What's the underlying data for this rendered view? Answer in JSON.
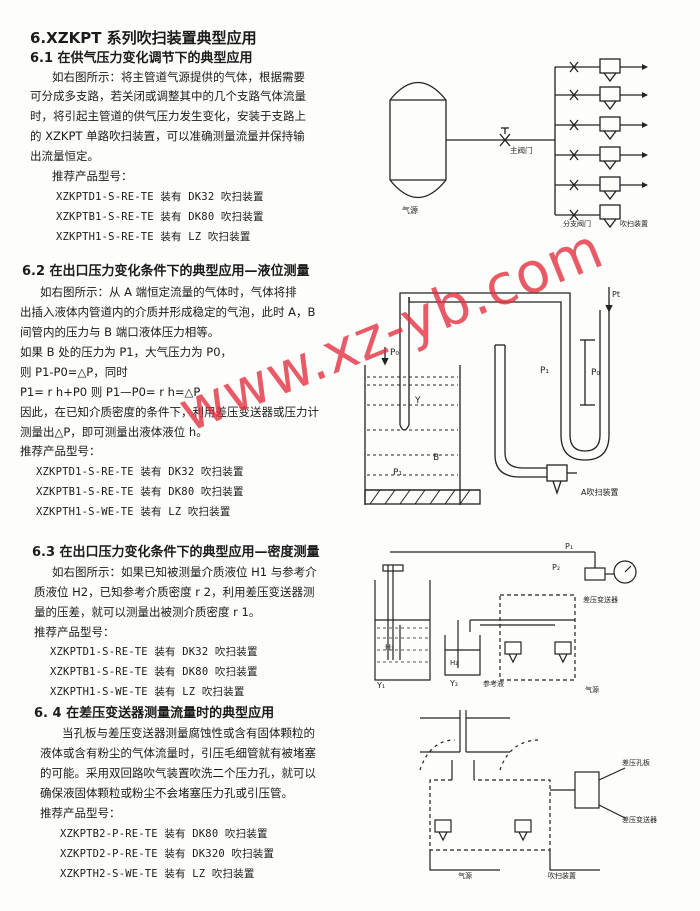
{
  "title": "6.XZKPT  系列吹扫装置典型应用",
  "s1": {
    "heading": "6.1 在供气压力变化调节下的典型应用",
    "lines": [
      "如右图所示：将主管道气源提供的气体，根据需要",
      "可分成多支路，若关闭或调整其中的几个支路气体流量",
      "时，将引起主管道的供气压力发生变化，安装于支路上",
      "的   XZKPT 单路吹扫装置，可以准确测量流量并保持输",
      "出流量恒定。"
    ],
    "rec": "推荐产品型号：",
    "models": [
      "XZKPTD1-S-RE-TE   装有 DK32 吹扫装置",
      "XZKPTB1-S-RE-TE   装有 DK80 吹扫装置",
      "XZKPTH1-S-RE-TE   装有 LZ 吹扫装置"
    ],
    "diagram": {
      "tank_label": "气源",
      "main_valve": "主阀门",
      "branch_valve": "分支阀门",
      "purge_device": "吹扫装置"
    }
  },
  "s2": {
    "heading": "6.2 在出口压力变化条件下的典型应用—液位测量",
    "lines": [
      "如右图所示：从 A 端恒定流量的气体时，气体将排",
      "出插入液体内管道内的介质并形成稳定的气泡，此时 A，B",
      "间管内的压力与 B 端口液体压力相等。",
      "如果 B 处的压力为 P1，大气压力为 P0，",
      "则 P1-P0=△P，同时",
      "P1= r h+P0  则     P1—P0= r h=△P",
      "因此，在已知介质密度的条件下，利用差压变送器或压力计",
      "测量出△P，即可测量出液体液位 h。"
    ],
    "rec": "推荐产品型号：",
    "models": [
      "XZKPTD1-S-RE-TE   装有 DK32 吹扫装置",
      "XZKPTB1-S-RE-TE   装有 DK80 吹扫装置",
      "XZKPTH1-S-WE-TE   装有 LZ 吹扫装置"
    ],
    "diagram": {
      "p0_left": "P₀",
      "p0_right": "P₀",
      "p1_tank": "P₁",
      "p1_utube": "P₁",
      "pt": "Pt",
      "y": "Y",
      "b": "B",
      "a_label": "A吹扫装置"
    }
  },
  "s3": {
    "heading": "6.3 在出口压力变化条件下的典型应用—密度测量",
    "lines": [
      "如右图所示：如果已知被测量介质液位 H1 与参考介",
      "质液位  H2，已知参考介质密度 r 2，利用差压变送器测",
      "量的压差，就可以测量出被测介质密度 r 1。"
    ],
    "rec": "推荐产品型号：",
    "models": [
      "XZKPTD1-S-RE-TE   装有 DK32 吹扫装置",
      "XZKPTB1-S-RE-TE   装有 DK80 吹扫装置",
      "XZKPTH1-S-WE-TE   装有 LZ 吹扫装置"
    ],
    "diagram": {
      "p1": "P₁",
      "p2": "P₂",
      "h1": "H₁",
      "h2": "H₂",
      "y1": "Y₁",
      "y2": "Y₂",
      "ref": "参考液",
      "transmitter": "差压变送器",
      "source": "气源"
    }
  },
  "s4": {
    "heading": "6.  4  在差压变送器测量流量时的典型应用",
    "lines": [
      "当孔板与差压变送器测量腐蚀性或含有固体颗粒的",
      "液体或含有粉尘的气体流量时，引压毛细管就有被堵塞",
      "的可能。采用双回路吹气装置吹洗二个压力孔，就可以",
      "确保液固体颗粒或粉尘不会堵塞压力孔或引压管。"
    ],
    "rec": "推荐产品型号：",
    "models": [
      "XZKPTB2-P-RE-TE   装有 DK80 吹扫装置",
      "XZKPTD2-P-RE-TE   装有 DK320 吹扫装置",
      "XZKPTH2-S-WE-TE   装有 LZ 吹扫装置"
    ],
    "diagram": {
      "orifice": "差压孔板",
      "transmitter": "差压变送器",
      "source": "气源",
      "purge": "吹扫装置"
    }
  },
  "watermark": "www.xz-yb.com"
}
